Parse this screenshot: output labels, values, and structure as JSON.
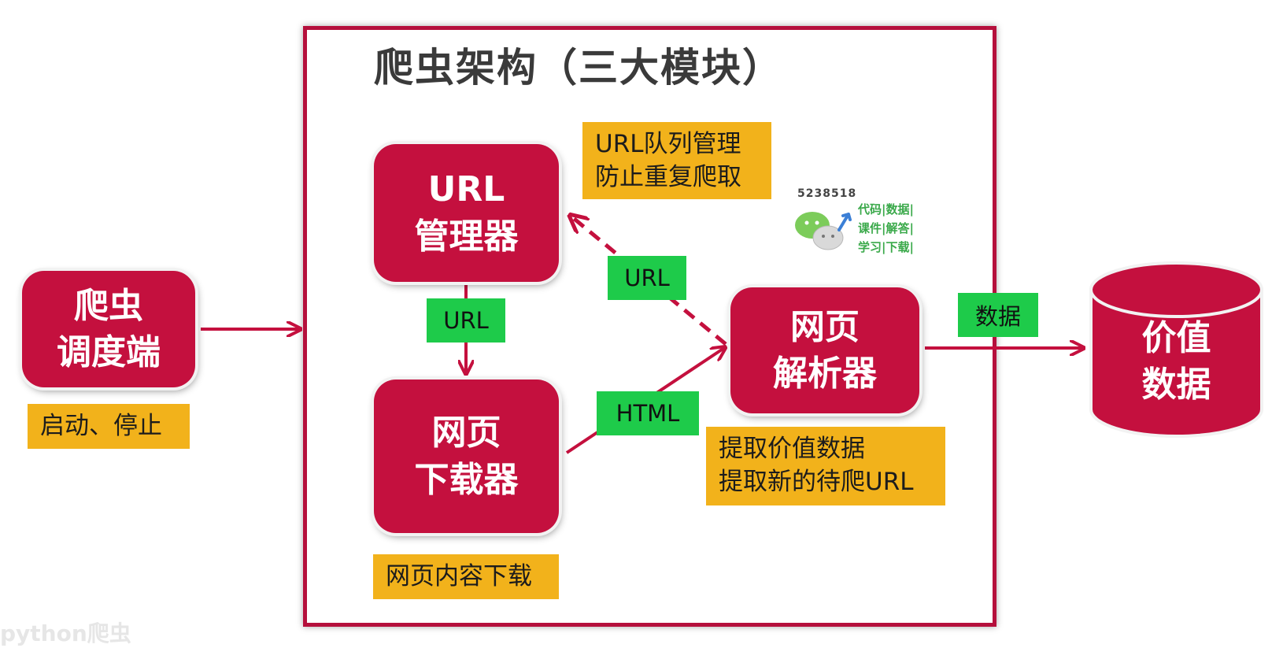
{
  "title": "爬虫架构（三大模块）",
  "nodes": {
    "scheduler": [
      "爬虫",
      "调度端"
    ],
    "url_manager": [
      "URL",
      "管理器"
    ],
    "downloader": [
      "网页",
      "下载器"
    ],
    "parser": [
      "网页",
      "解析器"
    ],
    "value_data": [
      "价值",
      "数据"
    ]
  },
  "notes": {
    "scheduler": [
      "启动、停止"
    ],
    "url_manager": [
      "URL队列管理",
      "防止重复爬取"
    ],
    "downloader": [
      "网页内容下载"
    ],
    "parser": [
      "提取价值数据",
      "提取新的待爬URL"
    ]
  },
  "edge_labels": {
    "manager_to_downloader": "URL",
    "parser_to_manager": "URL",
    "downloader_to_parser": "HTML",
    "parser_to_data": "数据"
  },
  "watermark": {
    "code": "5238518",
    "lines": [
      "代码|数据|",
      "课件|解答|",
      "学习|下载|"
    ]
  },
  "footer": "python爬虫",
  "colors": {
    "node": "#c4103e",
    "frame": "#b5103c",
    "note": "#f2b21b",
    "tag": "#1ecb4a"
  }
}
